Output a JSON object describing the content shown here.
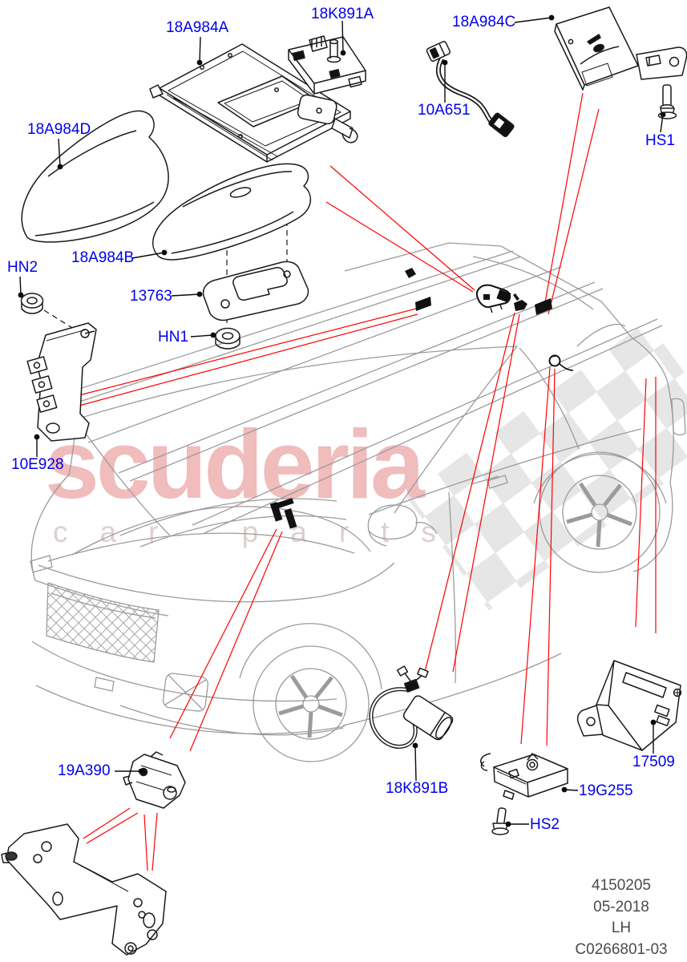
{
  "watermark": {
    "brand": "scuderia",
    "subtitle": "car parts"
  },
  "labels": [
    {
      "text": "18A984A"
    },
    {
      "text": "18K891A"
    },
    {
      "text": "18A984C"
    },
    {
      "text": "10A651"
    },
    {
      "text": "HS1"
    },
    {
      "text": "18A984D"
    },
    {
      "text": "HN2"
    },
    {
      "text": "18A984B"
    },
    {
      "text": "13763"
    },
    {
      "text": "HN1"
    },
    {
      "text": "10E928"
    },
    {
      "text": "19A390"
    },
    {
      "text": "18K891B"
    },
    {
      "text": "19G255"
    },
    {
      "text": "HS2"
    },
    {
      "text": "17509"
    }
  ],
  "info": {
    "line1": "4150205",
    "line2": "05-2018",
    "line3": "LH",
    "line4": "C0266801-03"
  },
  "colors": {
    "label_blue": "#0000ee",
    "callout_red": "#ff0000",
    "leader_black": "#0a0a0a",
    "car_outline_gray": "#9b9b9b",
    "part_line": "#1a1a1a",
    "watermark_pink": "#f0bcbc",
    "watermark_text_gray": "#ded0d0",
    "checker_gray": "#cccccc",
    "info_gray": "#4a4a4a"
  }
}
